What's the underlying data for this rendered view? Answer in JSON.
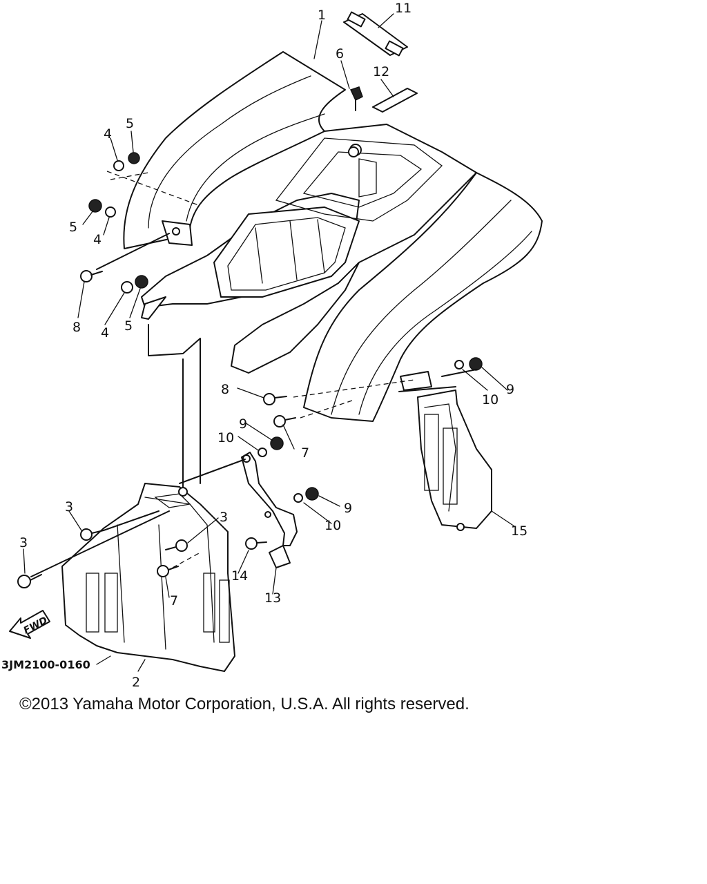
{
  "diagram": {
    "callouts": {
      "c1": "1",
      "c2": "2",
      "c3a": "3",
      "c3b": "3",
      "c3c": "3",
      "c4a": "4",
      "c4b": "4",
      "c4c": "4",
      "c5a": "5",
      "c5b": "5",
      "c5c": "5",
      "c6": "6",
      "c7a": "7",
      "c7b": "7",
      "c8a": "8",
      "c8b": "8",
      "c9a": "9",
      "c9b": "9",
      "c9c": "9",
      "c10a": "10",
      "c10b": "10",
      "c10c": "10",
      "c11": "11",
      "c12": "12",
      "c13": "13",
      "c14": "14",
      "c15": "15"
    },
    "drawing_code": "3JM2100-0160",
    "fwd_label": "FWD"
  },
  "copyright": "©2013 Yamaha Motor Corporation, U.S.A. All rights reserved."
}
